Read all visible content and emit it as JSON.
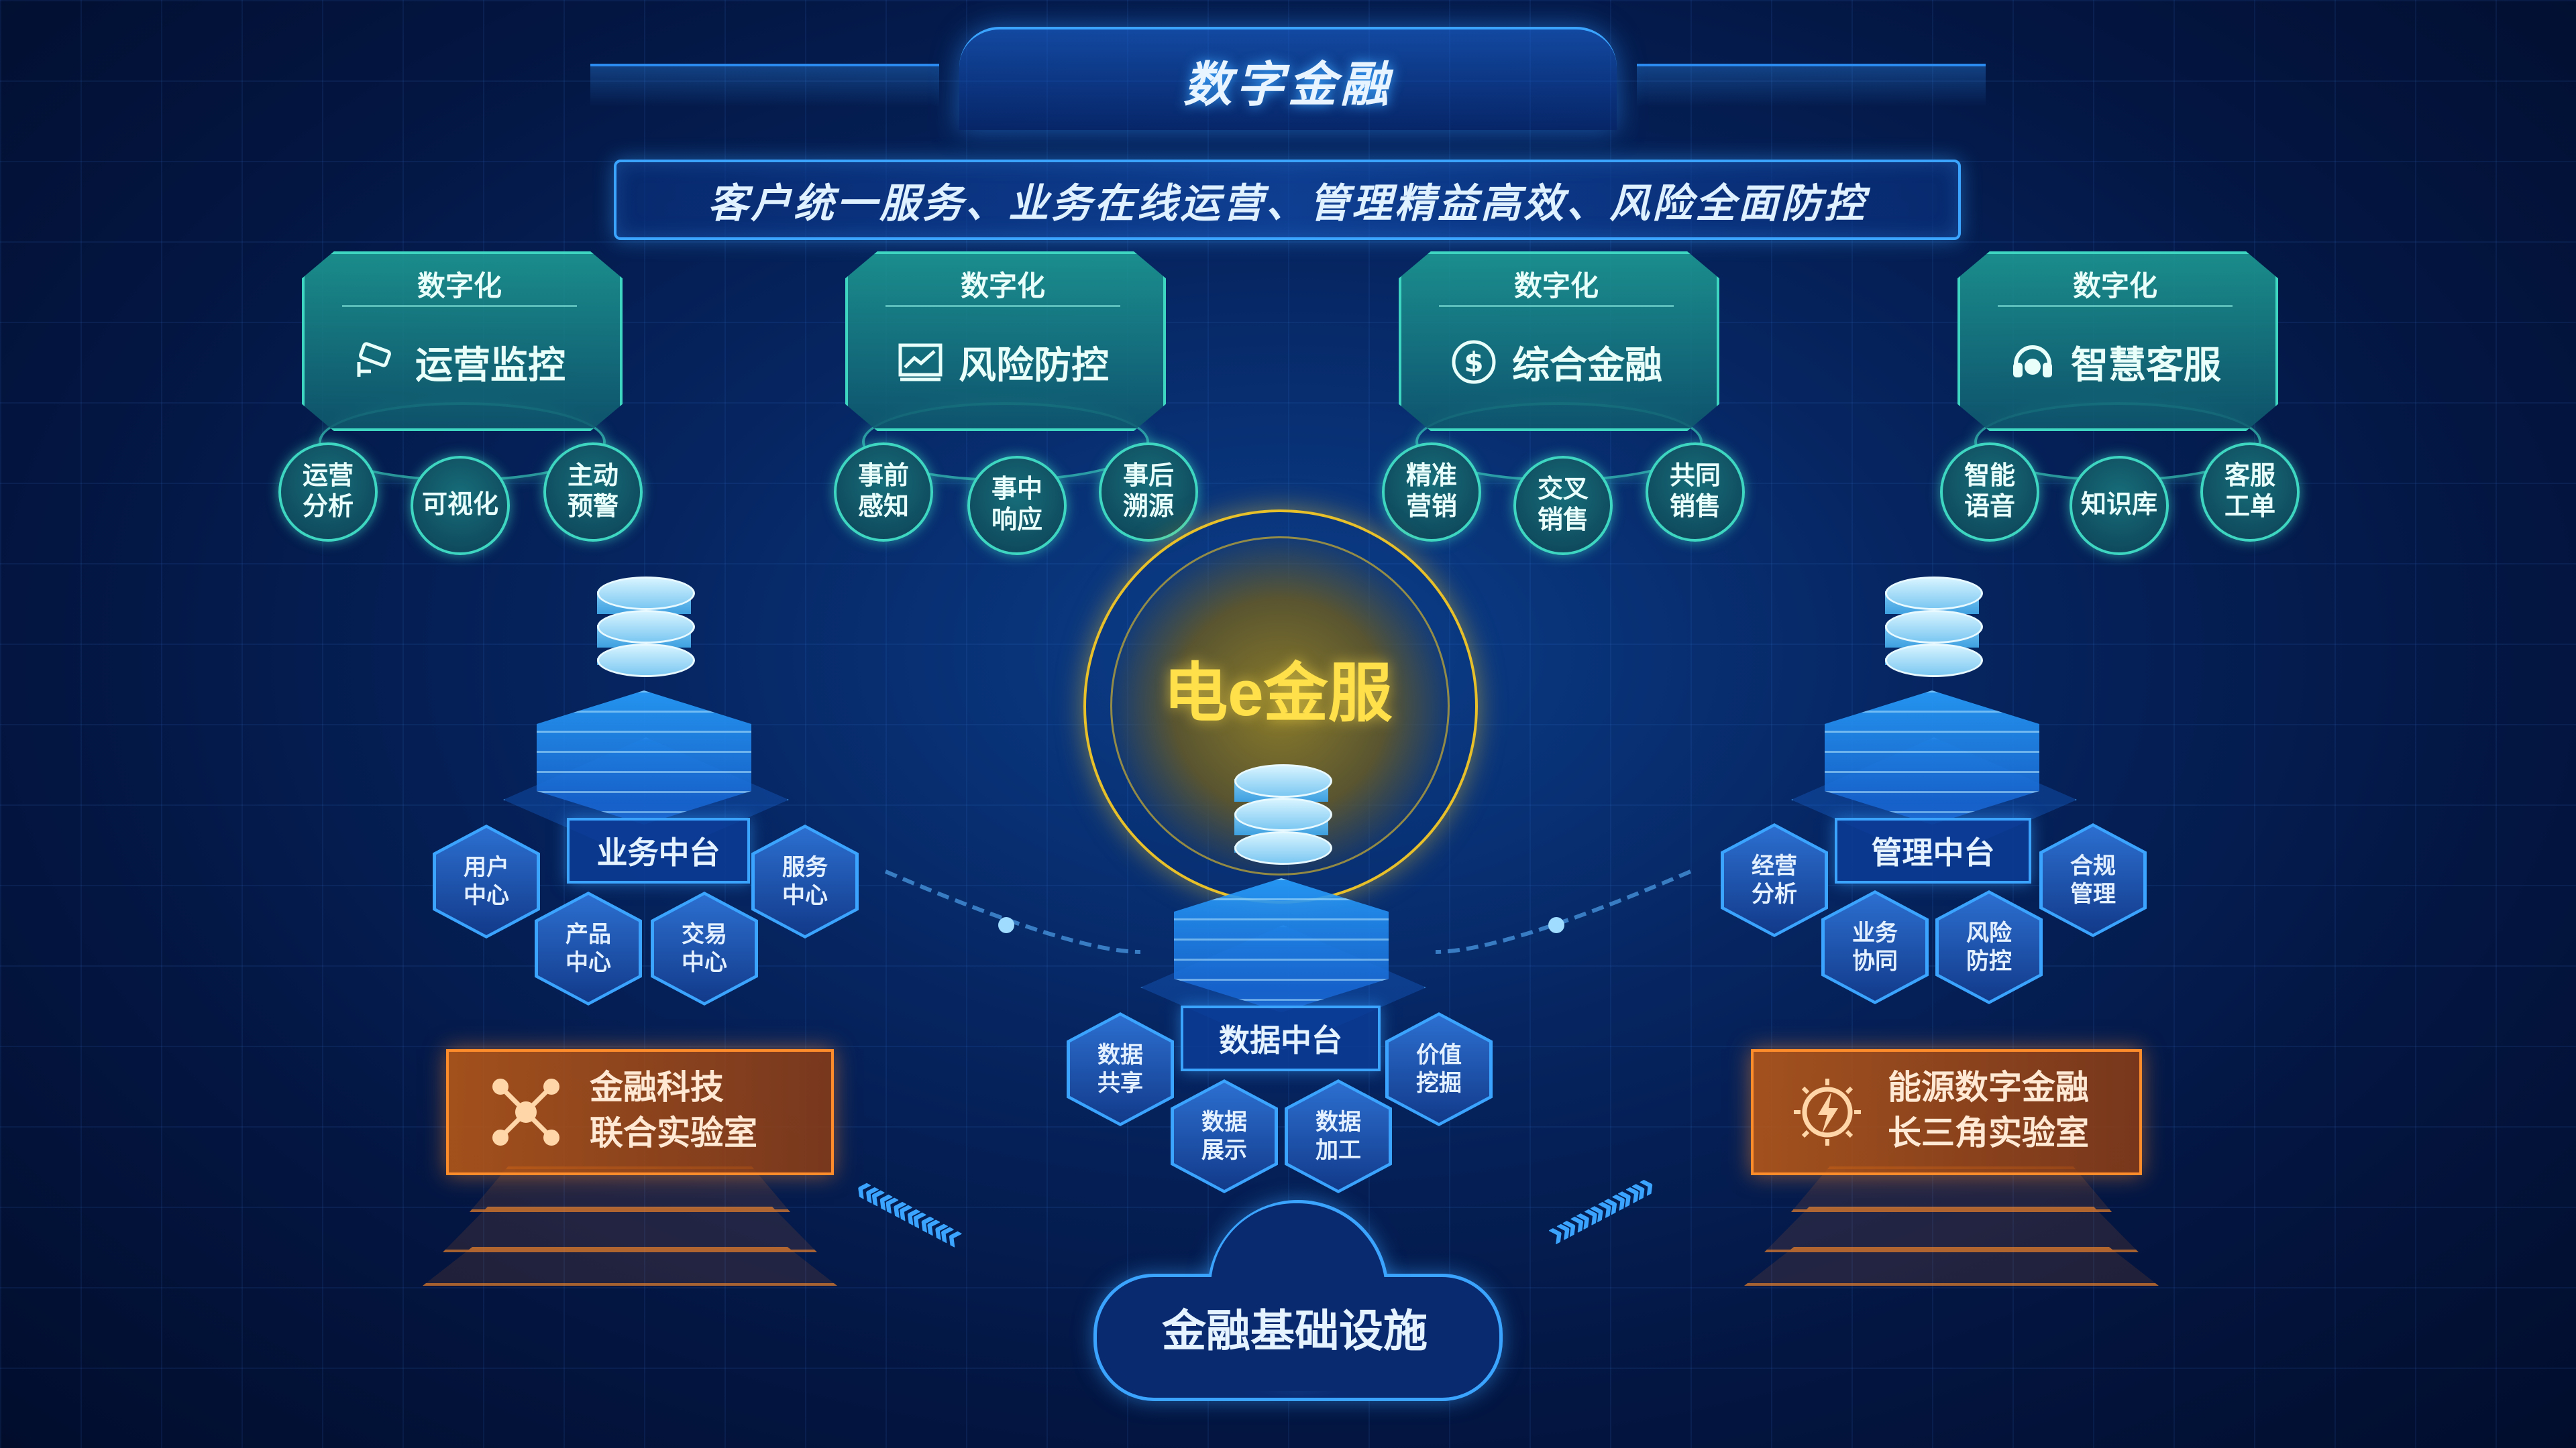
{
  "title": "数字金融",
  "slogan": "客户统一服务、业务在线运营、管理精益高效、风险全面防控",
  "modules": [
    {
      "sub": "数字化",
      "main": "运营监控",
      "icon": "camera-icon",
      "bubbles": [
        "运营\n分析",
        "可视化",
        "主动\n预警"
      ]
    },
    {
      "sub": "数字化",
      "main": "风险防控",
      "icon": "chart-icon",
      "bubbles": [
        "事前\n感知",
        "事中\n响应",
        "事后\n溯源"
      ]
    },
    {
      "sub": "数字化",
      "main": "综合金融",
      "icon": "dollar-icon",
      "bubbles": [
        "精准\n营销",
        "交叉\n销售",
        "共同\n销售"
      ]
    },
    {
      "sub": "数字化",
      "main": "智慧客服",
      "icon": "headset-icon",
      "bubbles": [
        "智能\n语音",
        "知识库",
        "客服\n工单"
      ]
    }
  ],
  "core": "电e金服",
  "business_platform": {
    "label": "业务中台",
    "hexes": [
      "用户\n中心",
      "产品\n中心",
      "交易\n中心",
      "服务\n中心"
    ]
  },
  "management_platform": {
    "label": "管理中台",
    "hexes": [
      "经营\n分析",
      "业务\n协同",
      "风险\n防控",
      "合规\n管理"
    ]
  },
  "data_platform": {
    "label": "数据中台",
    "hexes": [
      "数据\n共享",
      "数据\n展示",
      "数据\n加工",
      "价值\n挖掘"
    ]
  },
  "lab_left": {
    "line1": "金融科技",
    "line2": "联合实验室",
    "icon": "network-icon"
  },
  "lab_right": {
    "line1": "能源数字金融",
    "line2": "长三角实验室",
    "icon": "lightning-icon"
  },
  "infrastructure": "金融基础设施",
  "colors": {
    "blue": "#3aa4ff",
    "teal": "#3ed6c0",
    "gold": "#e8c12a",
    "orange": "#ff8c2a"
  }
}
